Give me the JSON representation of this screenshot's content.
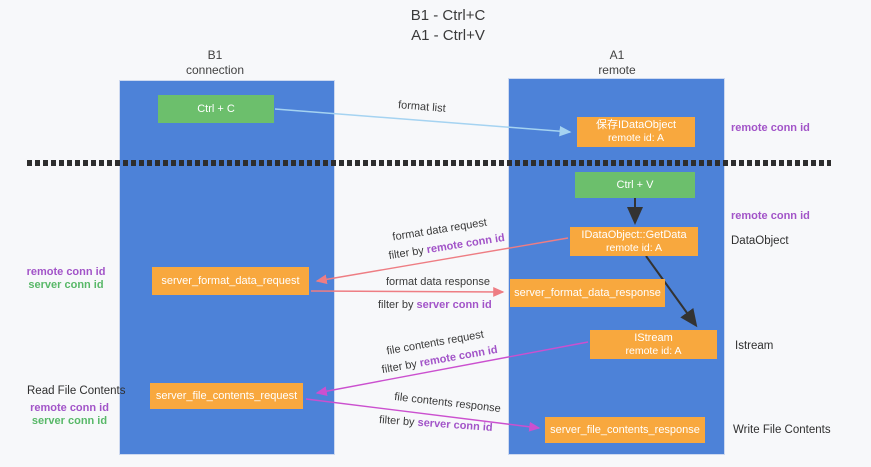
{
  "colors": {
    "bg": "#f7f8fa",
    "column_blue": "#4d82d8",
    "box_green": "#6cbf6c",
    "box_orange": "#f8a83e",
    "purple": "#a254c8",
    "green_text": "#58b868",
    "arrow_lightblue": "#a5d3f1",
    "arrow_salmon": "#ee7d83",
    "arrow_magenta": "#cb50cf",
    "arrow_black": "#333333",
    "dash_dark": "#2e2e2e"
  },
  "title": {
    "line1": "B1 - Ctrl+C",
    "line2": "A1 - Ctrl+V"
  },
  "lifelines": {
    "left": {
      "header_line1": "B1",
      "header_line2": "connection"
    },
    "right": {
      "header_line1": "A1",
      "header_line2": "remote"
    }
  },
  "boxes": {
    "ctrl_c": {
      "label": "Ctrl + C"
    },
    "ctrl_v": {
      "label": "Ctrl + V"
    },
    "save_dataobject": {
      "line1": "保存IDataObject",
      "line2": "remote id: A"
    },
    "getdata": {
      "line1": "IDataObject::GetData",
      "line2": "remote id: A"
    },
    "istream": {
      "line1": "IStream",
      "line2": "remote id: A"
    },
    "server_format_data_request": {
      "label": "server_format_data_request"
    },
    "server_format_data_response": {
      "label": "server_format_data_response"
    },
    "server_file_contents_request": {
      "label": "server_file_contents_request"
    },
    "server_file_contents_response": {
      "label": "server_file_contents_response"
    }
  },
  "arrow_labels": {
    "format_list": "format list",
    "format_data_request": "format data request",
    "format_data_response": "format data response",
    "file_contents_request": "file contents request",
    "file_contents_response": "file contents response",
    "filter_by": "filter by ",
    "remote_conn_id": "remote conn id",
    "server_conn_id": "server conn id"
  },
  "annotations": {
    "right_remote_conn_id_top": "remote conn id",
    "right_remote_conn_id_mid": "remote conn id",
    "dataobject": "DataObject",
    "istream": "Istream",
    "write_file_contents": "Write File Contents",
    "left_remote_conn_id_mid": "remote conn id",
    "left_server_conn_id_mid": "server conn id",
    "read_file_contents": "Read File Contents",
    "left_remote_conn_id_bottom": "remote conn id",
    "left_server_conn_id_bottom": "server conn id"
  }
}
